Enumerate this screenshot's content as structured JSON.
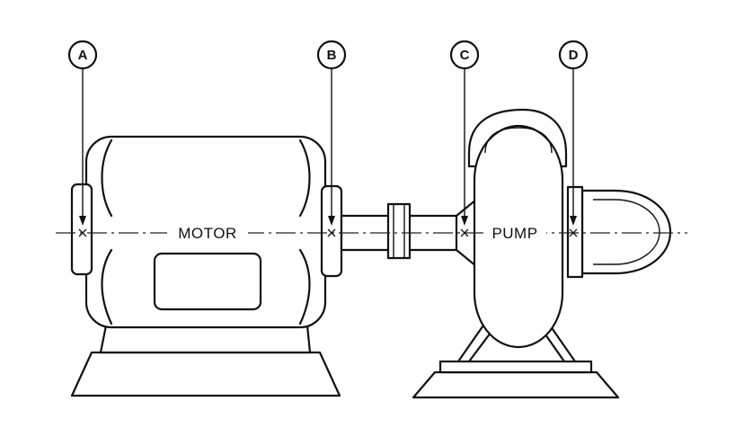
{
  "labels": {
    "motor": "MOTOR",
    "pump": "PUMP"
  },
  "markers": [
    {
      "id": "A",
      "label": "A"
    },
    {
      "id": "B",
      "label": "B"
    },
    {
      "id": "C",
      "label": "C"
    },
    {
      "id": "D",
      "label": "D"
    }
  ],
  "colors": {
    "line": "#111111",
    "background": "#ffffff"
  }
}
